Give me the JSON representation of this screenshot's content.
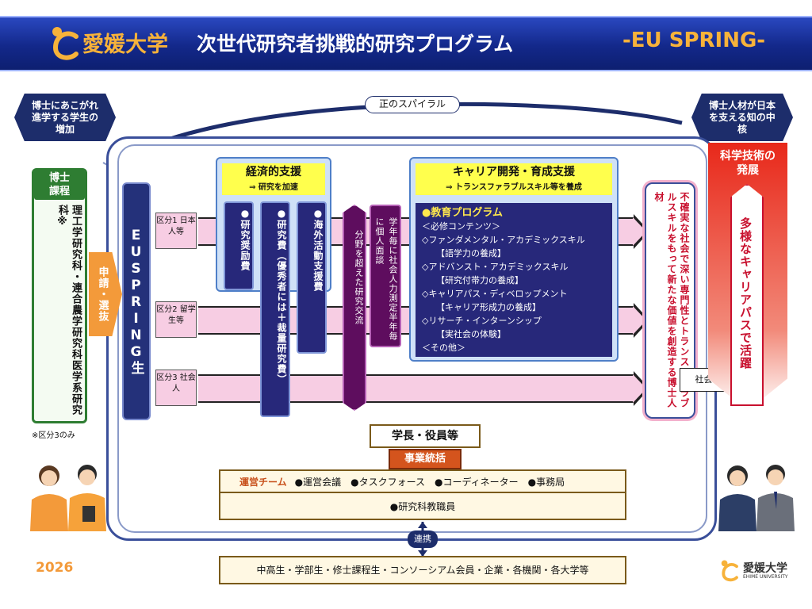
{
  "header": {
    "university": "愛媛大学",
    "program_title": "次世代研究者挑戦的研究プログラム",
    "subtitle": "-EU SPRING-"
  },
  "top_left_hex": "博士にあこがれ進学する学生の増加",
  "top_right_hex": "博士人材が日本を支える知の中核",
  "spiral_label": "正のスパイラル",
  "doctoral": {
    "title": "博士課程",
    "body": "理工学研究科・連合農学研究科医学系研究科※",
    "note": "※区分3のみ"
  },
  "selection_label": "申請・選抜",
  "eu_spring_label": "EUSPRING生",
  "categories": [
    {
      "label": "区分1 日本人等"
    },
    {
      "label": "区分2 留学生等"
    },
    {
      "label": "区分3 社会人"
    }
  ],
  "economic_support": {
    "title": "経済的支援",
    "subtitle": "⇒ 研究を加速",
    "items": [
      "●研究奨励費",
      "●研究費（優秀者には＋裁量研究費）",
      "●海外活動支援費"
    ]
  },
  "purple_items": [
    "分野を超えた研究交流",
    "学年毎に社会人力測定半年毎に個人面談"
  ],
  "career": {
    "title": "キャリア開発・育成支援",
    "subtitle": "⇒ トランスファラブルスキル等を養成",
    "program_title": "●教育プログラム",
    "required": "＜必修コンテンツ＞",
    "lines": [
      {
        "text": "◇ファンダメンタル・アカデミックスキル",
        "indent": false
      },
      {
        "text": "【語学力の養成】",
        "indent": true
      },
      {
        "text": "◇アドバンスト・アカデミックスキル",
        "indent": false
      },
      {
        "text": "【研究付帯力の養成】",
        "indent": true
      },
      {
        "text": "◇キャリアパス・ディベロップメント",
        "indent": false
      },
      {
        "text": "【キャリア形成力の養成】",
        "indent": true
      },
      {
        "text": "◇リサーチ・インターンシップ",
        "indent": false
      },
      {
        "text": "【実社会の体験】",
        "indent": true
      }
    ],
    "other": "＜その他＞"
  },
  "outcome": "不確実な社会で深い専門性とトランスファラブルスキルをもって新たな価値を創造する博士人材",
  "to_society": "社会へ",
  "science": {
    "title": "科学技術の発展",
    "career_path": "多様なキャリアパスで活躍"
  },
  "management": {
    "president": "学長・役員等",
    "jigyo": "事業統括",
    "team_label": "運営チーム",
    "team_members": "●運営会議　●タスクフォース　●コーディネーター　●事務局",
    "faculty": "●研究科教職員",
    "renkei": "連携",
    "partners": "中高生・学部生・修士課程生・コンソーシアム会員・企業・各機関・各大学等"
  },
  "year": "2026",
  "footer_logo": {
    "name": "愛媛大学",
    "english": "EHIME UNIVERSITY"
  },
  "colors": {
    "banner": "#13288a",
    "accent": "#f7b23a",
    "navy": "#27287a",
    "pink": "#f7cde3",
    "highlight": "#ffff4d",
    "red": "#c8102e",
    "orange": "#f39a3a"
  }
}
